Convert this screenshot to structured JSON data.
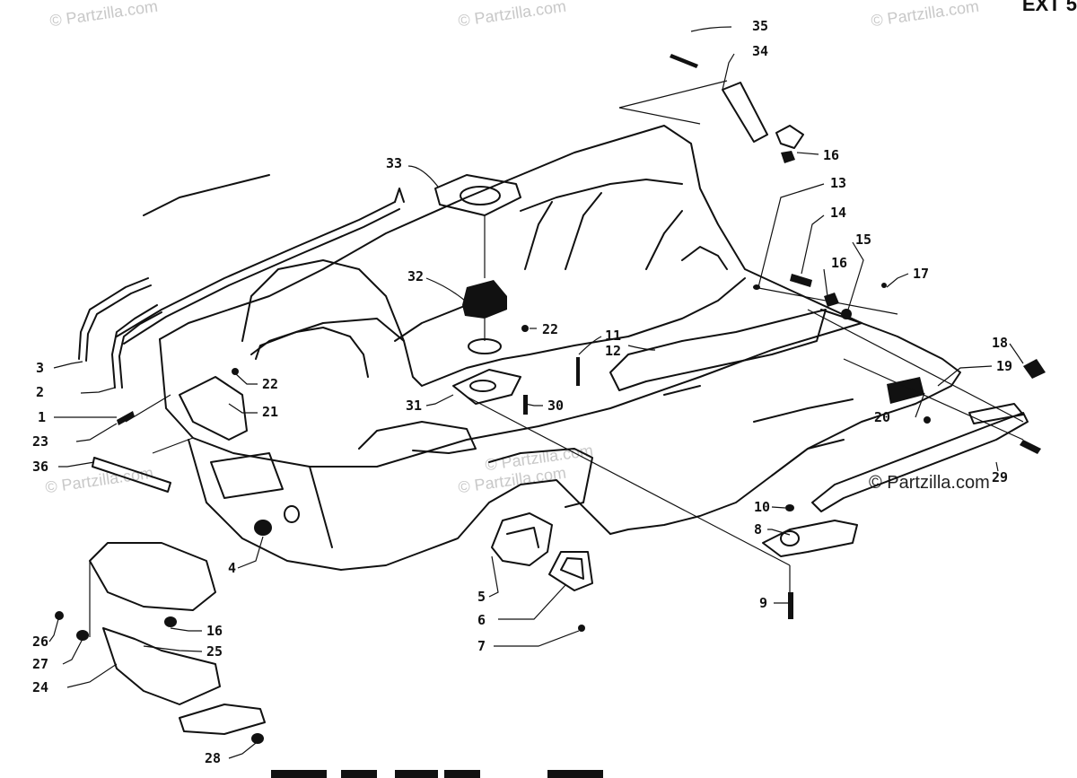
{
  "watermarks": [
    "© Partzilla.com",
    "© Partzilla.com",
    "© Partzilla.com",
    "© Partzilla.com",
    "© Partzilla.com",
    "© Partzilla.com"
  ],
  "watermark_dark": "© Partzilla.com",
  "corner_text": "EXT 5",
  "bottom_text": "",
  "labels": [
    "35",
    "34",
    "16",
    "33",
    "13",
    "14",
    "15",
    "16",
    "17",
    "32",
    "22",
    "11",
    "12",
    "18",
    "19",
    "3",
    "2",
    "22",
    "21",
    "1",
    "23",
    "31",
    "30",
    "20",
    "36",
    "29",
    "10",
    "8",
    "4",
    "5",
    "6",
    "7",
    "9",
    "16",
    "26",
    "25",
    "27",
    "24",
    "28"
  ]
}
